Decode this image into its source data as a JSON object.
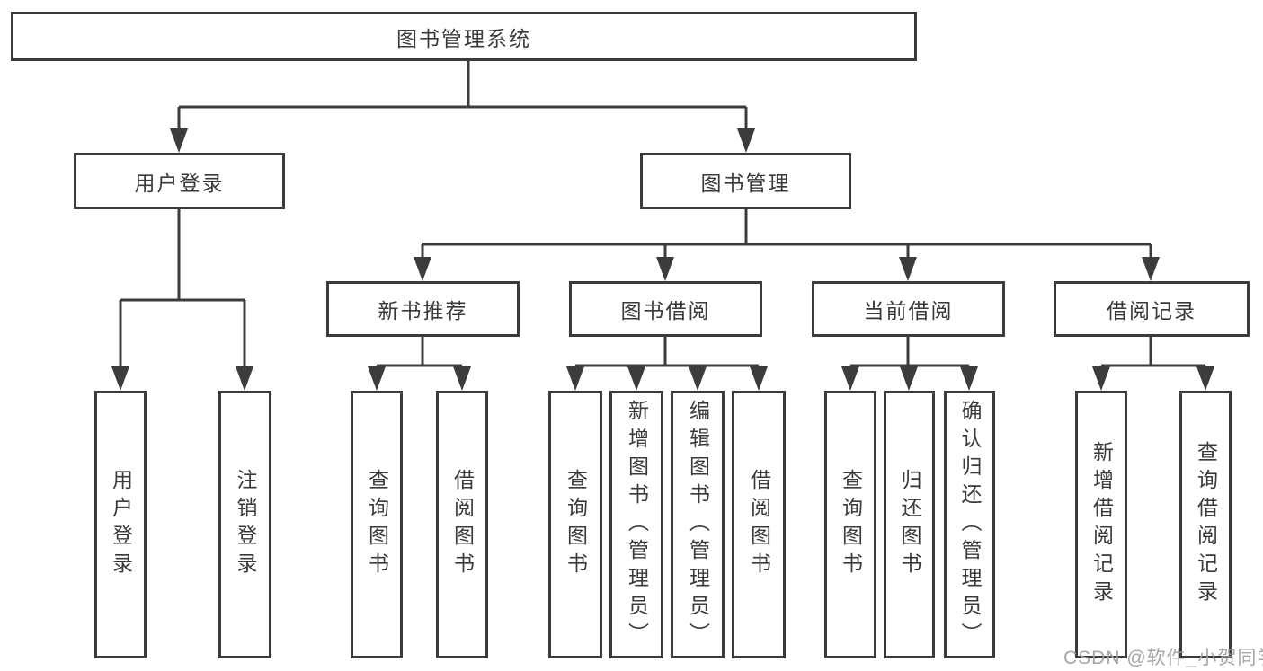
{
  "nodes": {
    "root": "图书管理系统",
    "user_login": "用户登录",
    "book_management": "图书管理",
    "new_book_recommend": "新书推荐",
    "book_borrow": "图书借阅",
    "current_borrow": "当前借阅",
    "borrow_record": "借阅记录",
    "leaf_user_login": "用户登录",
    "leaf_logout_login": "注销登录",
    "leaf_nb_query_book": "查询图书",
    "leaf_nb_borrow_book": "借阅图书",
    "leaf_bb_query_book": "查询图书",
    "leaf_bb_add_book": "新增图书（管理员）",
    "leaf_bb_edit_book": "编辑图书（管理员）",
    "leaf_bb_borrow_book": "借阅图书",
    "leaf_cb_query_book": "查询图书",
    "leaf_cb_return_book": "归还图书",
    "leaf_cb_confirm_return": "确认归还（管理员）",
    "leaf_br_add_record": "新增借阅记录",
    "leaf_br_query_record": "查询借阅记录"
  },
  "hierarchy": {
    "图书管理系统": {
      "用户登录": [
        "用户登录",
        "注销登录"
      ],
      "图书管理": {
        "新书推荐": [
          "查询图书",
          "借阅图书"
        ],
        "图书借阅": [
          "查询图书",
          "新增图书（管理员）",
          "编辑图书（管理员）",
          "借阅图书"
        ],
        "当前借阅": [
          "查询图书",
          "归还图书",
          "确认归还（管理员）"
        ],
        "借阅记录": [
          "新增借阅记录",
          "查询借阅记录"
        ]
      }
    }
  },
  "watermark": "CSDN @软件_小贺同学",
  "colors": {
    "line": "#3c3c3c",
    "box_border": "#3b3b3b",
    "text": "#3a3a3a",
    "background": "#ffffff",
    "watermark": "#9e9e9e"
  }
}
